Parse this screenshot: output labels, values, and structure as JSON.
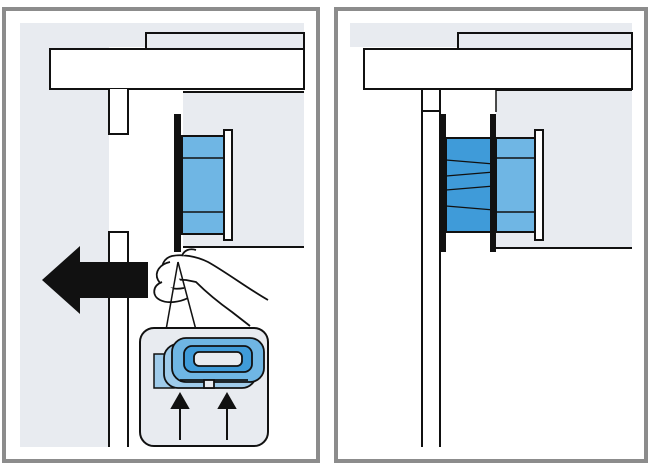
{
  "figure": {
    "panel_count": 2,
    "panels": [
      {
        "name": "step-1-pull-sealing-strip",
        "icons": [
          "left-arrow-icon",
          "hand-icon",
          "up-arrow-icon"
        ]
      },
      {
        "name": "step-2-strip-attached",
        "icons": []
      }
    ]
  },
  "colors": {
    "frame": "#8c8c8c",
    "panel_bg": "#ffffff",
    "cabinet_bg": "#e8ebf0",
    "line": "#111111",
    "seal_light": "#6fb6e4",
    "seal_mid": "#3f9bd9",
    "seal_dark": "#1f80c8",
    "arrow": "#111111"
  }
}
